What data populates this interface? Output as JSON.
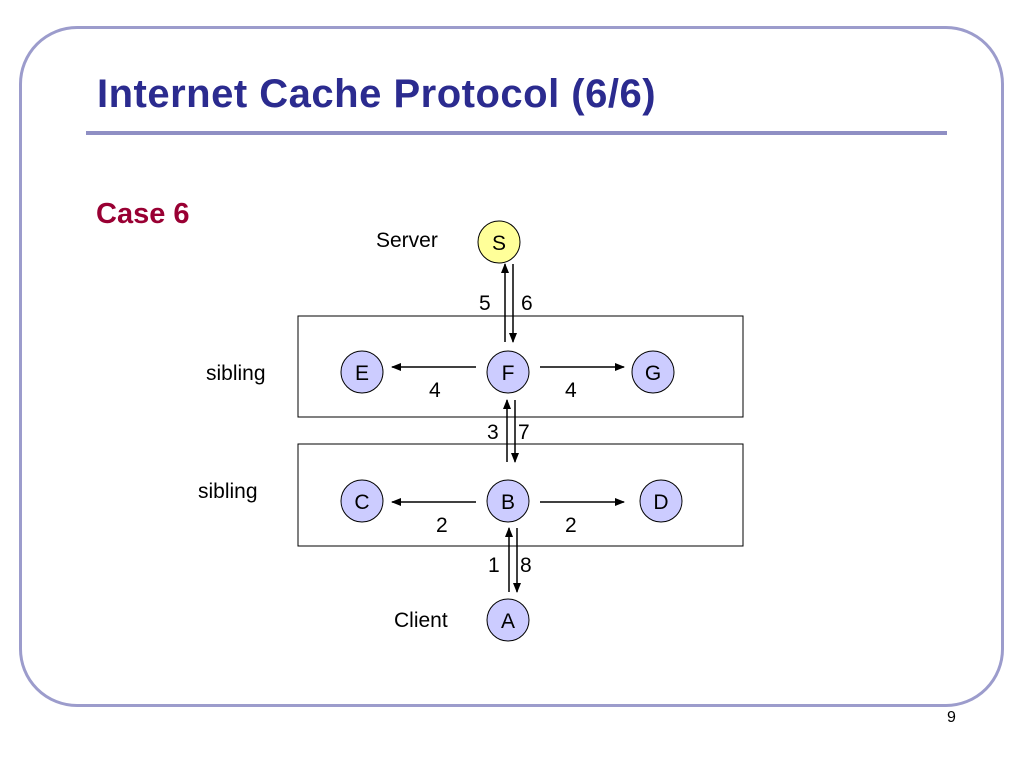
{
  "slide": {
    "title": "Internet Cache Protocol (6/6)",
    "subtitle": "Case 6",
    "page_number": "9"
  },
  "labels": {
    "server": "Server",
    "sibling_top": "sibling",
    "sibling_bottom": "sibling",
    "client": "Client"
  },
  "nodes": {
    "S": "S",
    "E": "E",
    "F": "F",
    "G": "G",
    "C": "C",
    "B": "B",
    "D": "D",
    "A": "A"
  },
  "edge_labels": {
    "fs_up": "5",
    "sf_down": "6",
    "fe": "4",
    "fg": "4",
    "bf_up": "3",
    "fb_down": "7",
    "bc": "2",
    "bd": "2",
    "ab_up": "1",
    "ba_down": "8"
  },
  "colors": {
    "title": "#2b2b8f",
    "subtitle": "#990033",
    "frame": "#9c9ccc",
    "node_fill": "#ccccff",
    "server_fill": "#ffff99"
  }
}
